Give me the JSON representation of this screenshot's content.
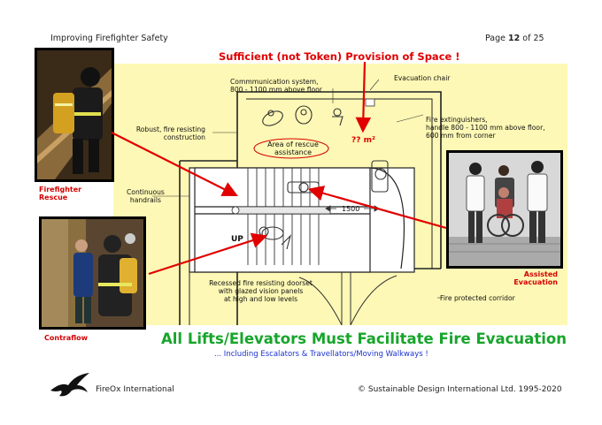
{
  "header": {
    "left": "Improving Firefighter Safety",
    "page_prefix": "Page ",
    "page_num": "12",
    "page_suffix": " of 25"
  },
  "title": "Sufficient (not Token) Provision of Space !",
  "labels": {
    "comm1": "Commmunication system,",
    "comm2": "800 - 1100 mm above floor",
    "evac_chair": "Evacuation chair",
    "robust1": "Robust, fire resisting",
    "robust2": "construction",
    "fire_ext1": "Fire extinguishers,",
    "fire_ext2": "handle 800 - 1100 mm above floor,",
    "fire_ext3": "600 mm from corner",
    "rescue1": "Area of rescue",
    "rescue2": "assistance",
    "area_q": "?? m²",
    "handrails1": "Continuous",
    "handrails2": "handrails",
    "dim": "1500",
    "up": "UP",
    "door1": "Recessed fire resisting doorset",
    "door2": "with glazed vision panels",
    "door3": "at high and low levels",
    "corridor": "Fire protected corridor"
  },
  "photos": {
    "firefighter1": "Firefighter",
    "firefighter2": "Rescue",
    "contraflow": "Contraflow",
    "assisted1": "Assisted",
    "assisted2": "Evacuation"
  },
  "headline": "All Lifts/Elevators Must Facilitate Fire Evacuation",
  "subheadline": "... Including Escalators & Travellators/Moving Walkways !",
  "footer": {
    "left": "FireOx International",
    "right": "© Sustainable Design International Ltd. 1995-2020"
  },
  "colors": {
    "yellow": "#fdf8b5",
    "red": "#e00000",
    "green": "#17a52b",
    "blue": "#1a33cc"
  }
}
